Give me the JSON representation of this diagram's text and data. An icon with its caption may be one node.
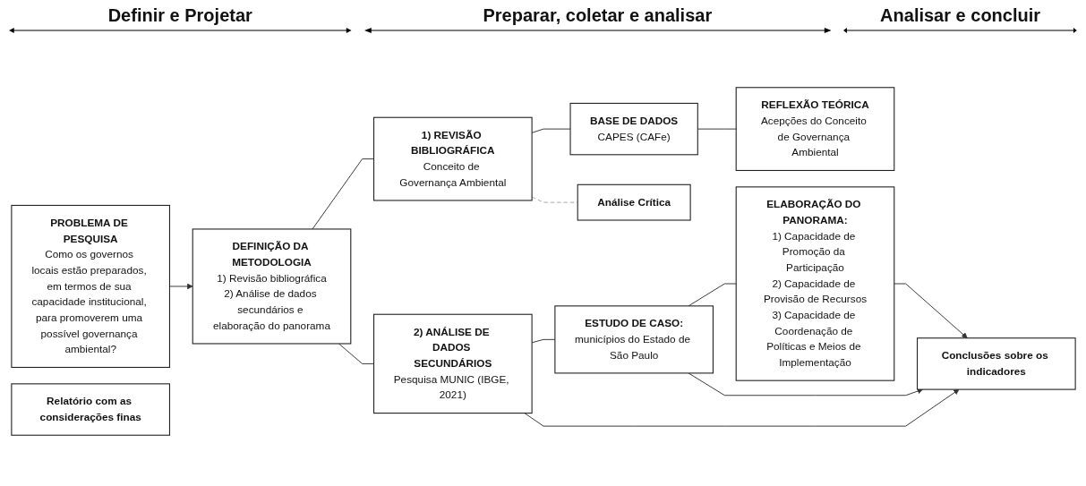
{
  "diagram": {
    "nodes": [
      {
        "text": [
          "PROBLEMA DE PESQUISA",
          "Como os governos locais estão preparados, em termos de sua capacidade institucional, para promoverem uma possível governança ambiental?"
        ]
      },
      {
        "text": [
          "DEFINIÇÃO DA METODOLOGIA",
          "1) Revisão bibliográfica",
          "2) Análise de dados secundários e elaboração do panorama"
        ]
      },
      {
        "text": [
          "1) REVISÃO BIBLIOGRÁFICA",
          "Conceito de Governança Ambiental"
        ]
      },
      {
        "text": [
          "BASE DE DADOS",
          "CAPES (CAFe)"
        ]
      },
      {
        "text": [
          "REFLEXÃO TEÓRICA",
          "Acepções do Conceito de Governança Ambiental"
        ]
      },
      {
        "text": [
          "2) ANÁLISE DE DADOS SECUNDÁRIOS",
          "Pesquisa MUNIC (IBGE, 2021)"
        ]
      },
      {
        "text": [
          "ESTUDO DE CASO:",
          "municípios do Estado de São Paulo"
        ]
      },
      {
        "text": [
          "ELABORAÇÃO DO PANORAMA:",
          "1) Capacidade de Promoção da Participação",
          "2) Capacidade de Provisão de Recursos",
          "3) Capacidade de Coordenação de Políticas e Meios de Implementação"
        ]
      },
      {
        "text": [
          "Conclusões sobre os indicadores"
        ]
      },
      {
        "text": [
          "Análise Crítica"
        ]
      },
      {
        "text": [
          "Relatório com as considerações finas"
        ]
      }
    ],
    "edges": [
      {
        "from": 0,
        "to": 1,
        "arrow": "to"
      },
      {
        "from": 1,
        "to": 2,
        "arrow": "none"
      },
      {
        "from": 1,
        "to": 5,
        "arrow": "none"
      },
      {
        "from": 2,
        "to": 3,
        "arrow": "none"
      },
      {
        "from": 3,
        "to": 4,
        "arrow": "none"
      },
      {
        "from": 5,
        "to": 6,
        "arrow": "none"
      },
      {
        "from": 6,
        "to": 7,
        "arrow": "none"
      },
      {
        "from": 5,
        "to": 8,
        "arrow": "to"
      },
      {
        "from": 6,
        "to": 8,
        "arrow": "to"
      },
      {
        "from": 7,
        "to": 8,
        "arrow": "to"
      },
      {
        "from": 2,
        "to": 9,
        "arrow": "none",
        "style": "dashed",
        "color": "#a6a6a6"
      }
    ],
    "labels": [
      "Definir e Projetar",
      "Preparar, coletar e analisar",
      "Analisar e concluir"
    ]
  }
}
